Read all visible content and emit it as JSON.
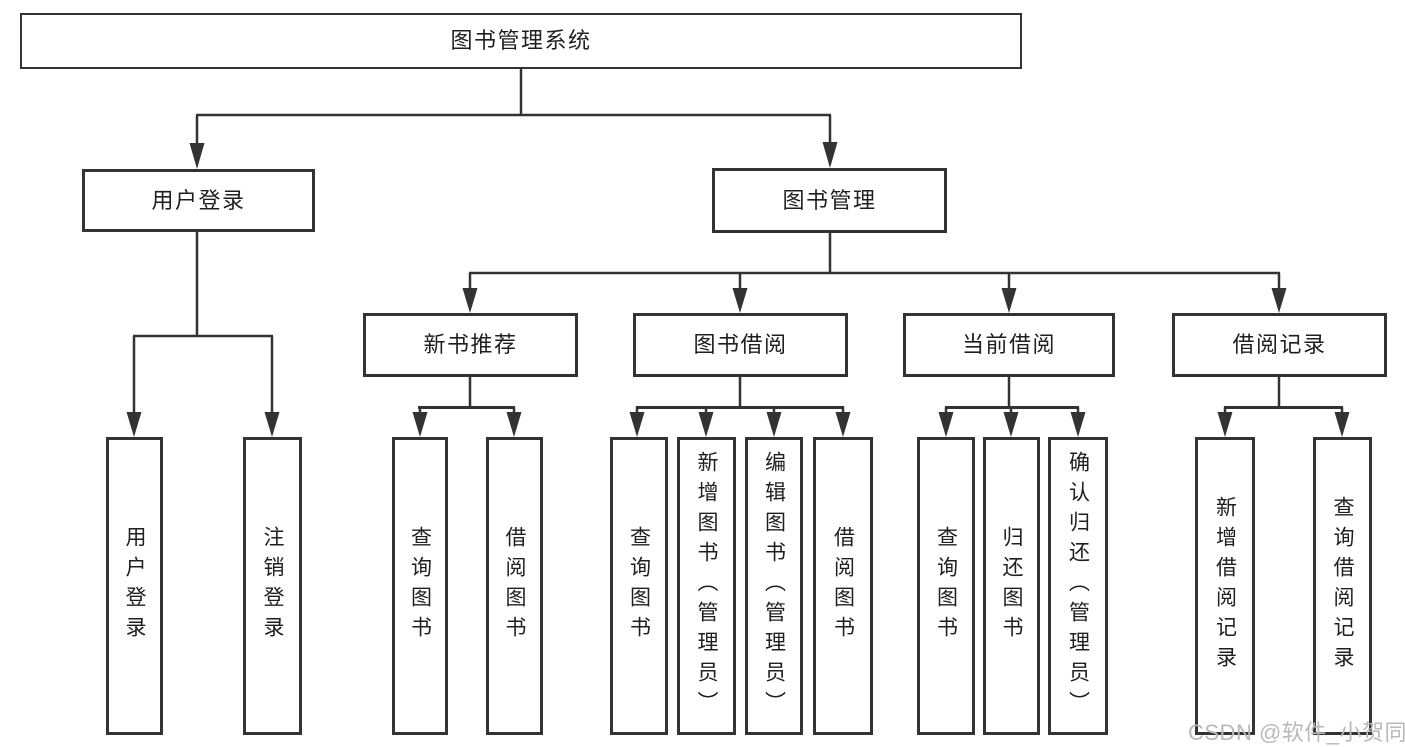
{
  "diagram": {
    "root": {
      "label": "图书管理系统"
    },
    "user_branch": {
      "label": "用户登录",
      "children": [
        {
          "label": "用户登录"
        },
        {
          "label": "注销登录"
        }
      ]
    },
    "mgmt_branch": {
      "label": "图书管理",
      "sections": [
        {
          "label": "新书推荐",
          "children": [
            {
              "label": "查询图书"
            },
            {
              "label": "借阅图书"
            }
          ]
        },
        {
          "label": "图书借阅",
          "children": [
            {
              "label": "查询图书"
            },
            {
              "label": "新增图书（管理员）"
            },
            {
              "label": "编辑图书（管理员）"
            },
            {
              "label": "借阅图书"
            }
          ]
        },
        {
          "label": "当前借阅",
          "children": [
            {
              "label": "查询图书"
            },
            {
              "label": "归还图书"
            },
            {
              "label": "确认归还（管理员）"
            }
          ]
        },
        {
          "label": "借阅记录",
          "children": [
            {
              "label": "新增借阅记录"
            },
            {
              "label": "查询借阅记录"
            }
          ]
        }
      ]
    }
  },
  "watermark": {
    "text": "CSDN @软件_小贺同学"
  },
  "colors": {
    "line": "#333333",
    "text": "#1f1f1f",
    "box_background": "#ffffff",
    "page_background": "#ffffff",
    "watermark": "#b9b9b9"
  }
}
